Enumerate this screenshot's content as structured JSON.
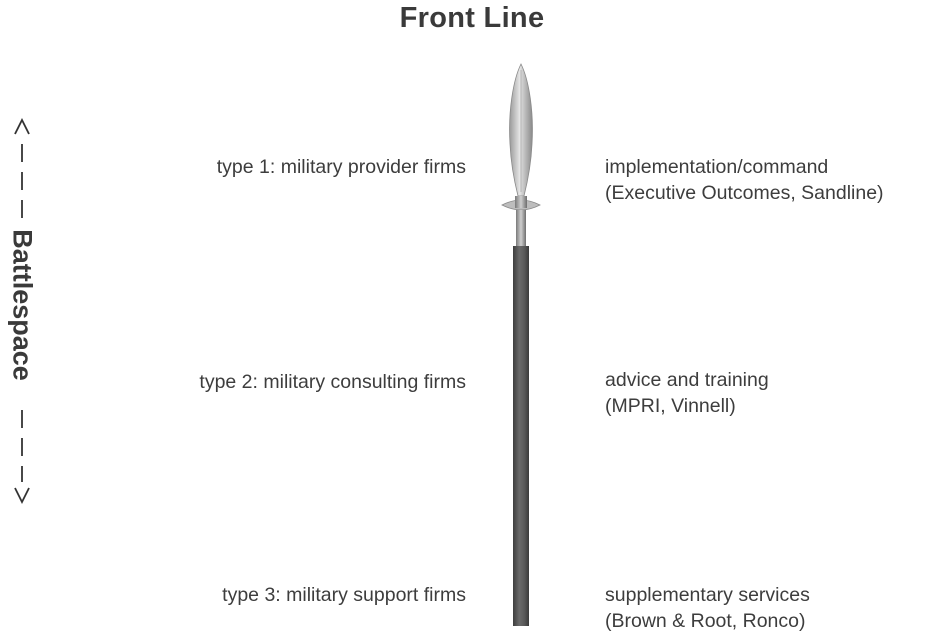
{
  "title": "Front Line",
  "axis_label": "Battlespace",
  "rows": [
    {
      "type_label": "type 1: military provider firms",
      "role": "implementation/command",
      "examples": "(Executive Outcomes, Sandline)"
    },
    {
      "type_label": "type 2: military consulting firms",
      "role": "advice and training",
      "examples": "(MPRI, Vinnell)"
    },
    {
      "type_label": "type 3: military support firms",
      "role": "supplementary services",
      "examples": "(Brown & Root, Ronco)"
    }
  ],
  "colors": {
    "text": "#3d3d3d",
    "shaft": "#555555",
    "spearhead": "#c8c8c8"
  },
  "icons": [
    "spear-icon",
    "double-arrow-icon"
  ]
}
